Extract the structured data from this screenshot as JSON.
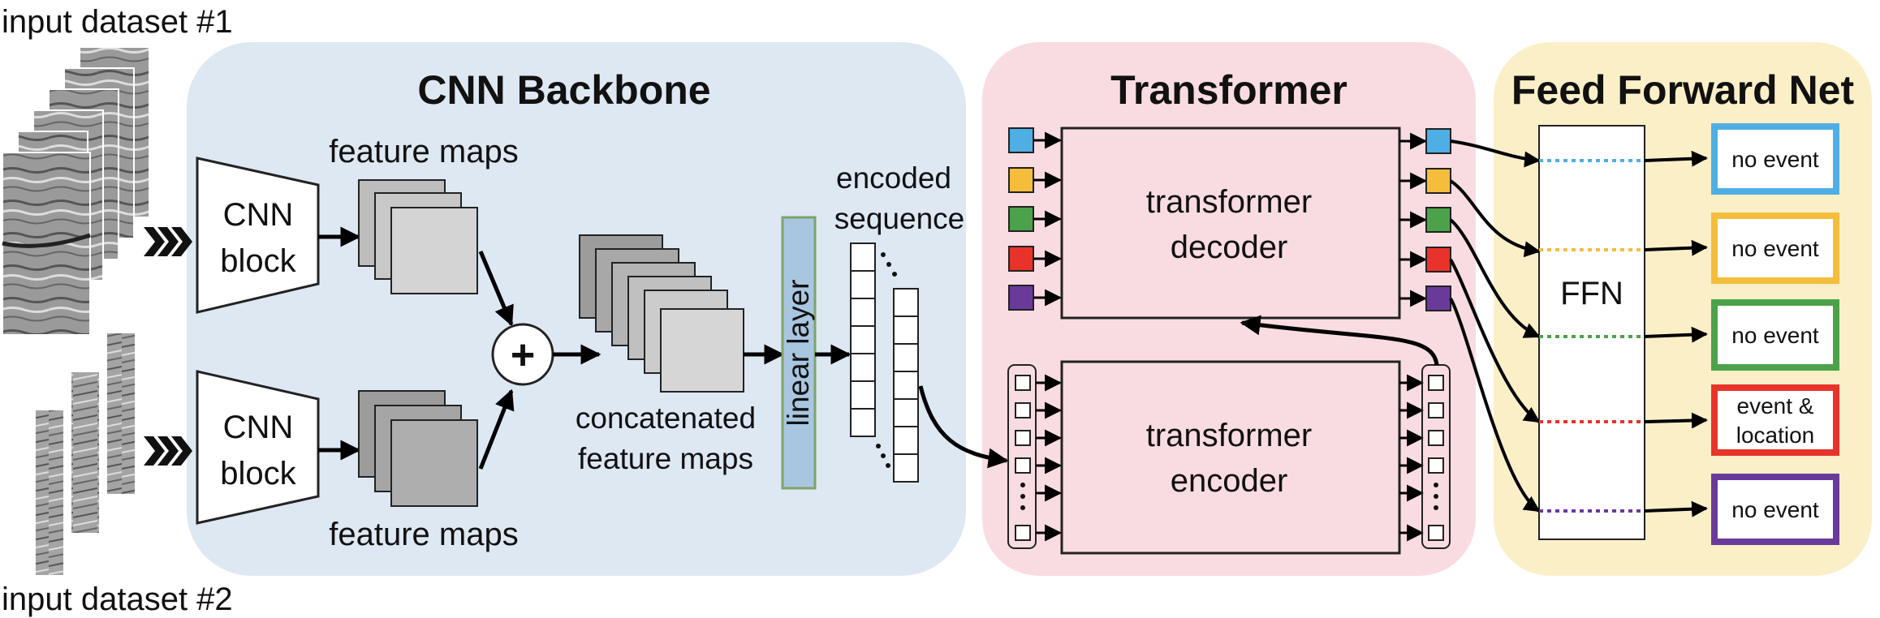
{
  "input_label_1": "input dataset #1",
  "input_label_2": "input dataset #2",
  "cnn": {
    "title": "CNN Backbone",
    "block_line1": "CNN",
    "block_line2": "block",
    "feature_maps_top": "feature maps",
    "feature_maps_bottom": "feature maps",
    "plus": "+",
    "concat_line1": "concatenated",
    "concat_line2": "feature maps",
    "linear_layer": "linear  layer",
    "encoded_line1": "encoded",
    "encoded_line2": "sequence"
  },
  "transformer": {
    "title": "Transformer",
    "decoder_line1": "transformer",
    "decoder_line2": "decoder",
    "encoder_line1": "transformer",
    "encoder_line2": "encoder"
  },
  "ffn": {
    "title": "Feed Forward Net",
    "label": "FFN",
    "outputs": [
      {
        "line1": "no event",
        "line2": "",
        "color": "#4FAEE4"
      },
      {
        "line1": "no event",
        "line2": "",
        "color": "#F4BE3C"
      },
      {
        "line1": "no event",
        "line2": "",
        "color": "#4BA24A"
      },
      {
        "line1": "event &",
        "line2": "location",
        "color": "#E8332A"
      },
      {
        "line1": "no event",
        "line2": "",
        "color": "#6A3A9B"
      }
    ]
  },
  "colors": {
    "cnn_bg": "#DDE8F3",
    "transformer_bg": "#F9DCE2",
    "ffn_bg": "#FBEFC8",
    "linear_layer_fill": "#A9C6E0",
    "linear_layer_border": "#7FA36A"
  }
}
